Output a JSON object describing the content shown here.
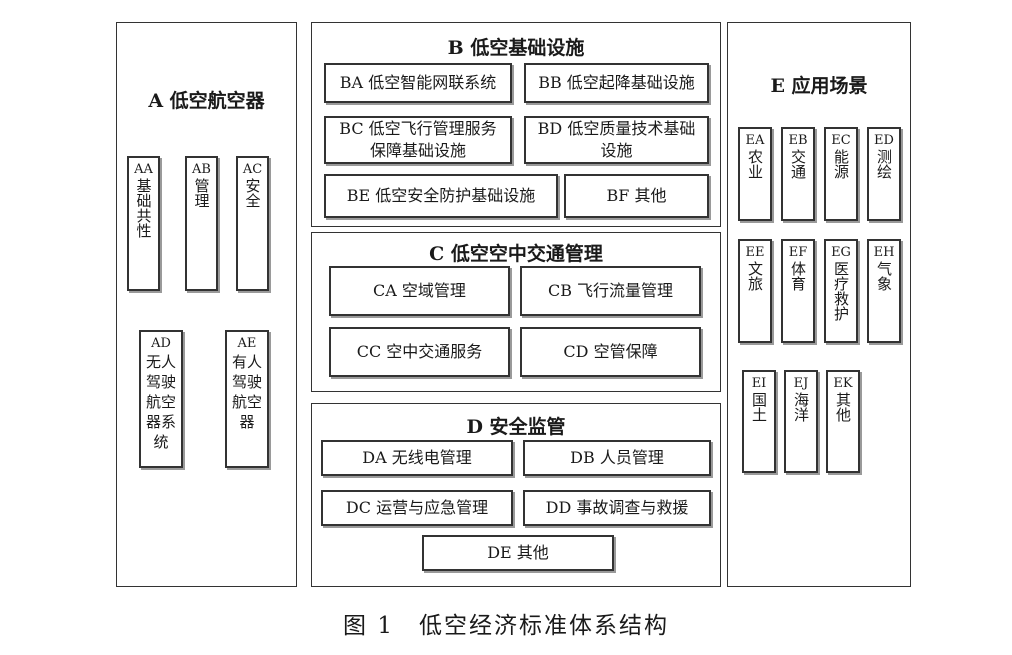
{
  "A": {
    "title": "A 低空航空器",
    "items": [
      {
        "code": "AA",
        "name": "基础共性"
      },
      {
        "code": "AB",
        "name": "管理"
      },
      {
        "code": "AC",
        "name": "安全"
      },
      {
        "code": "AD",
        "name": "无人驾驶航空器系统"
      },
      {
        "code": "AE",
        "name": "有人驾驶航空器"
      }
    ]
  },
  "B": {
    "title": "B 低空基础设施",
    "items": [
      "BA 低空智能网联系统",
      "BB 低空起降基础设施",
      "BC 低空飞行管理服务保障基础设施",
      "BD 低空质量技术基础设施",
      "BE 低空安全防护基础设施",
      "BF 其他"
    ]
  },
  "C": {
    "title": "C 低空空中交通管理",
    "items": [
      "CA 空域管理",
      "CB 飞行流量管理",
      "CC 空中交通服务",
      "CD 空管保障"
    ]
  },
  "D": {
    "title": "D 安全监管",
    "items": [
      "DA 无线电管理",
      "DB 人员管理",
      "DC 运营与应急管理",
      "DD 事故调查与救援",
      "DE 其他"
    ]
  },
  "E": {
    "title": "E 应用场景",
    "items": [
      {
        "code": "EA",
        "name": "农业"
      },
      {
        "code": "EB",
        "name": "交通"
      },
      {
        "code": "EC",
        "name": "能源"
      },
      {
        "code": "ED",
        "name": "测绘"
      },
      {
        "code": "EE",
        "name": "文旅"
      },
      {
        "code": "EF",
        "name": "体育"
      },
      {
        "code": "EG",
        "name": "医疗救护"
      },
      {
        "code": "EH",
        "name": "气象"
      },
      {
        "code": "EI",
        "name": "国土"
      },
      {
        "code": "EJ",
        "name": "海洋"
      },
      {
        "code": "EK",
        "name": "其他"
      }
    ]
  },
  "caption": "图 1　低空经济标准体系结构"
}
